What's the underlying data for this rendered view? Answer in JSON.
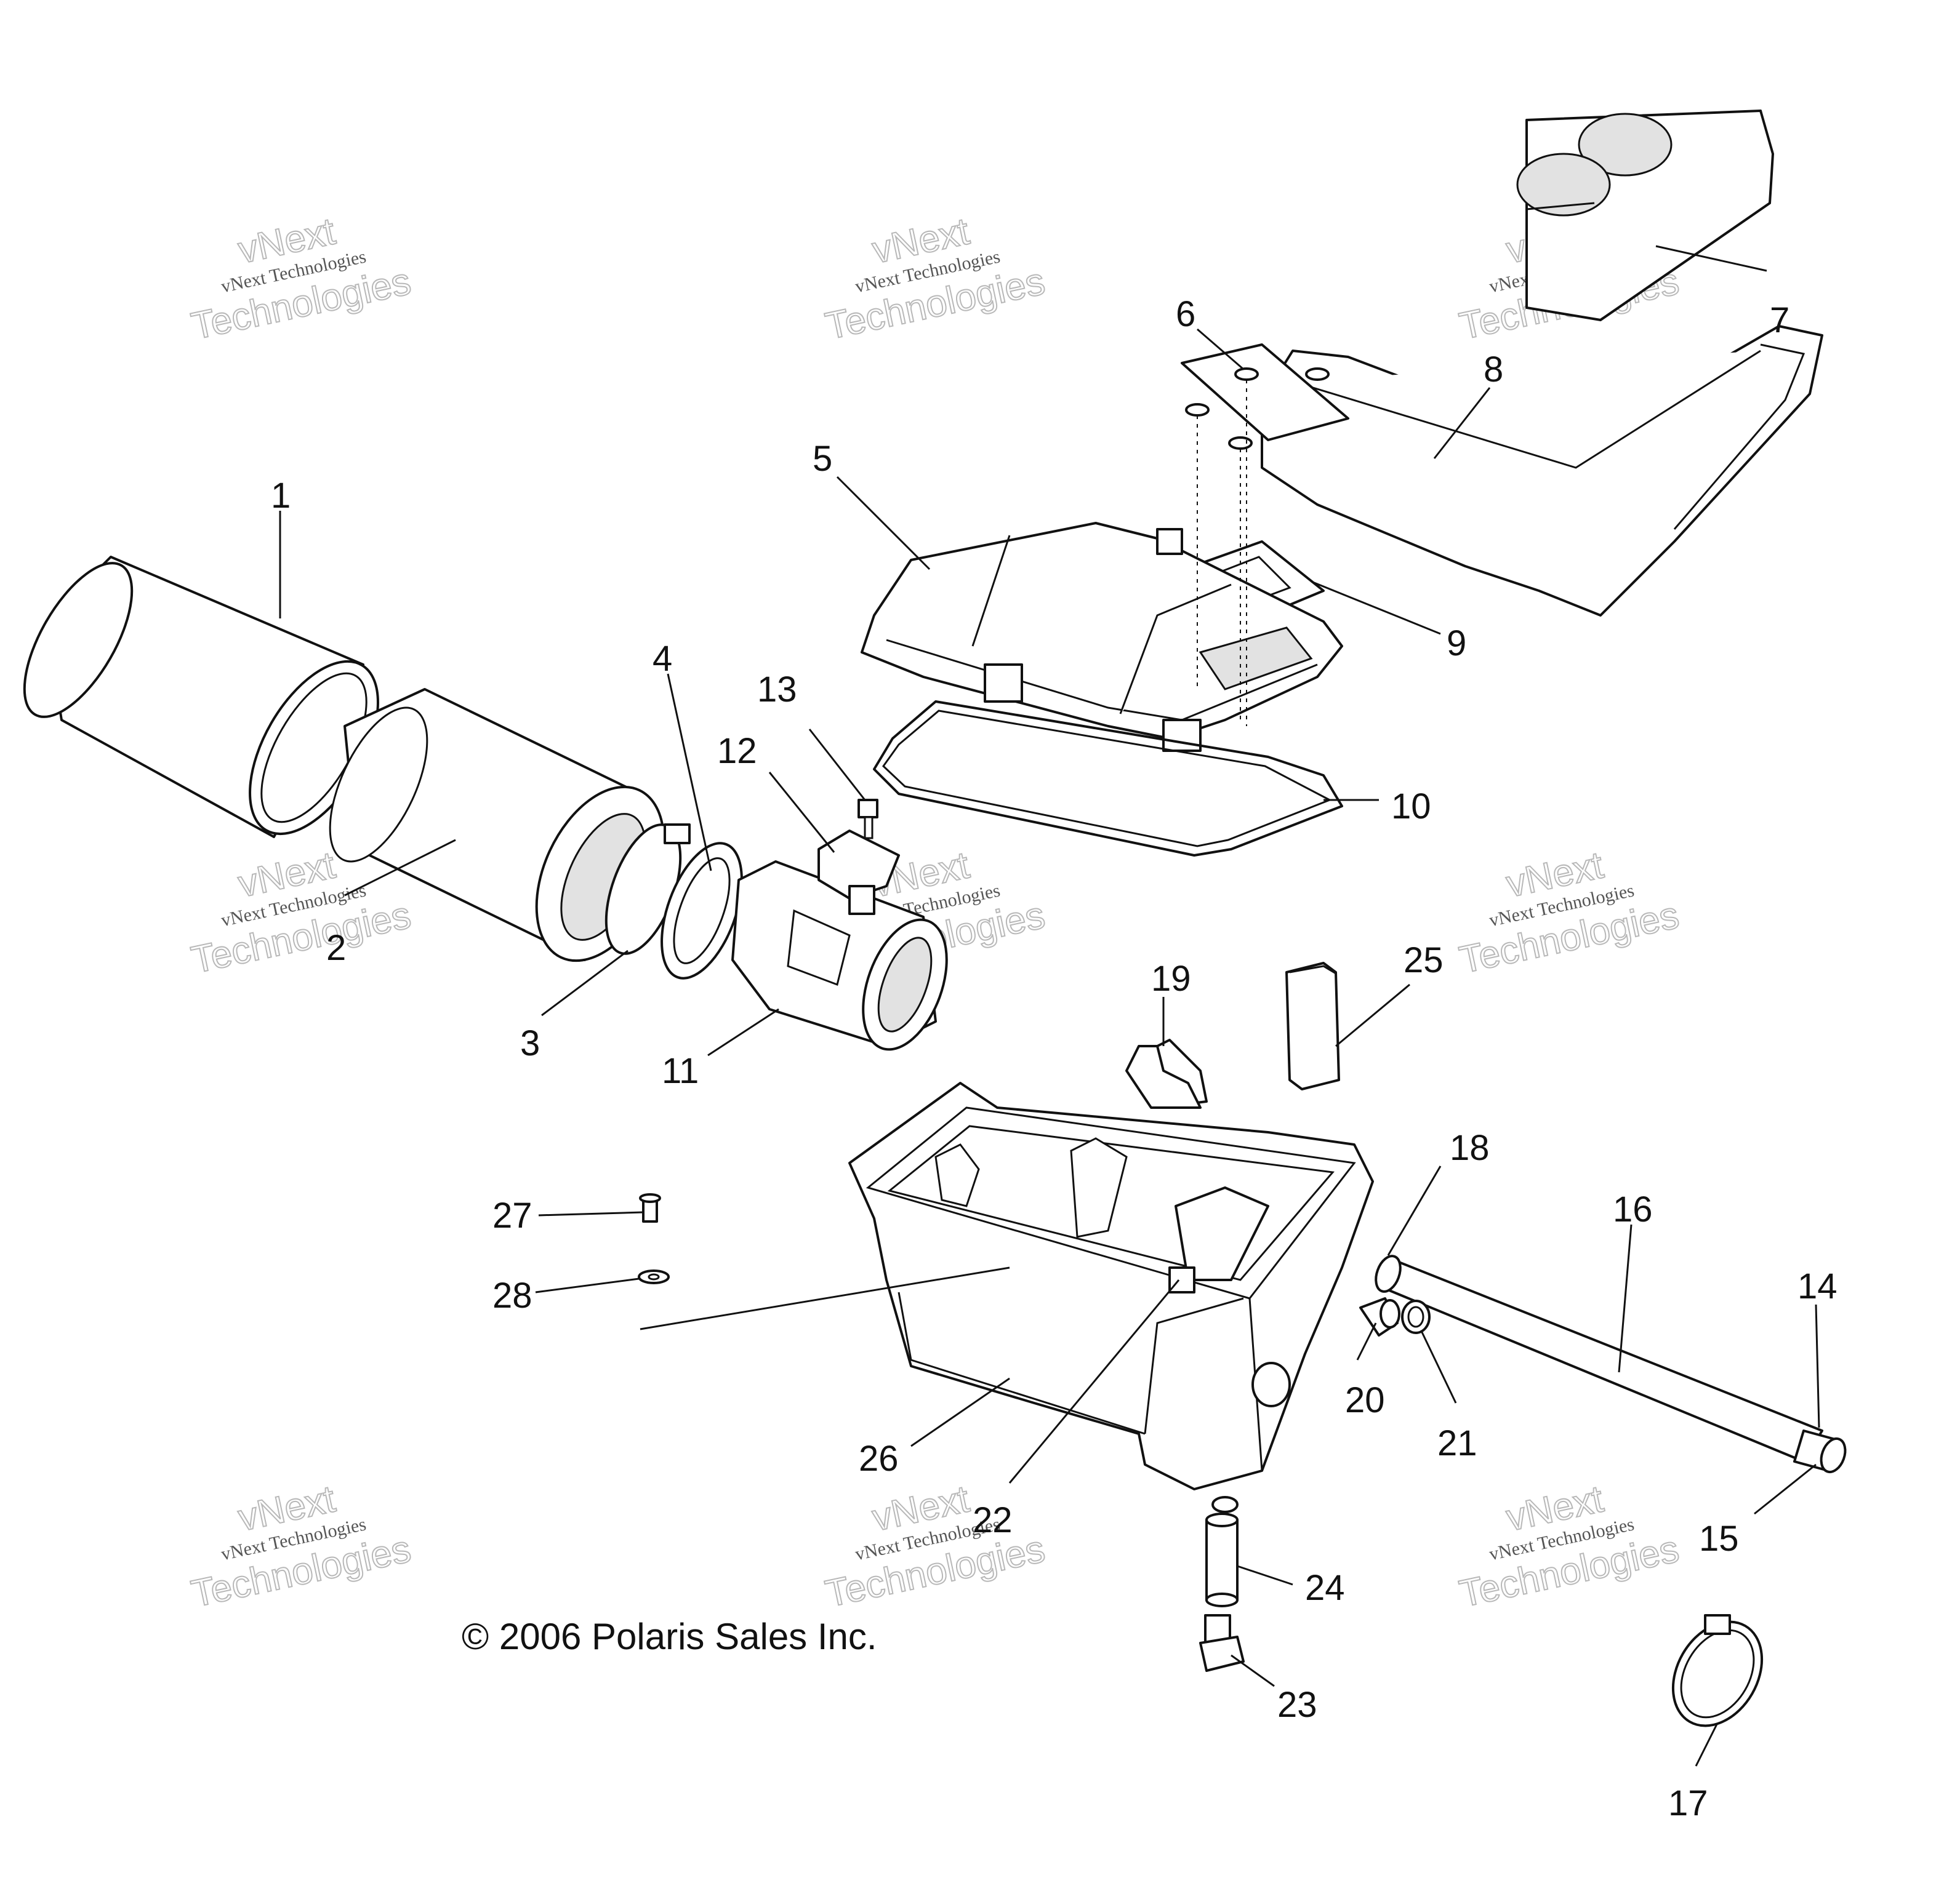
{
  "diagram": {
    "copyright": "© 2006 Polaris Sales Inc.",
    "watermark": {
      "line1": "vNext",
      "line2": "vNext Technologies",
      "line3": "Technologies"
    },
    "callouts": [
      "1",
      "2",
      "3",
      "4",
      "5",
      "6",
      "7",
      "8",
      "9",
      "10",
      "11",
      "12",
      "13",
      "14",
      "15",
      "16",
      "17",
      "18",
      "19",
      "20",
      "21",
      "22",
      "23",
      "24",
      "25",
      "26",
      "27",
      "28"
    ]
  }
}
